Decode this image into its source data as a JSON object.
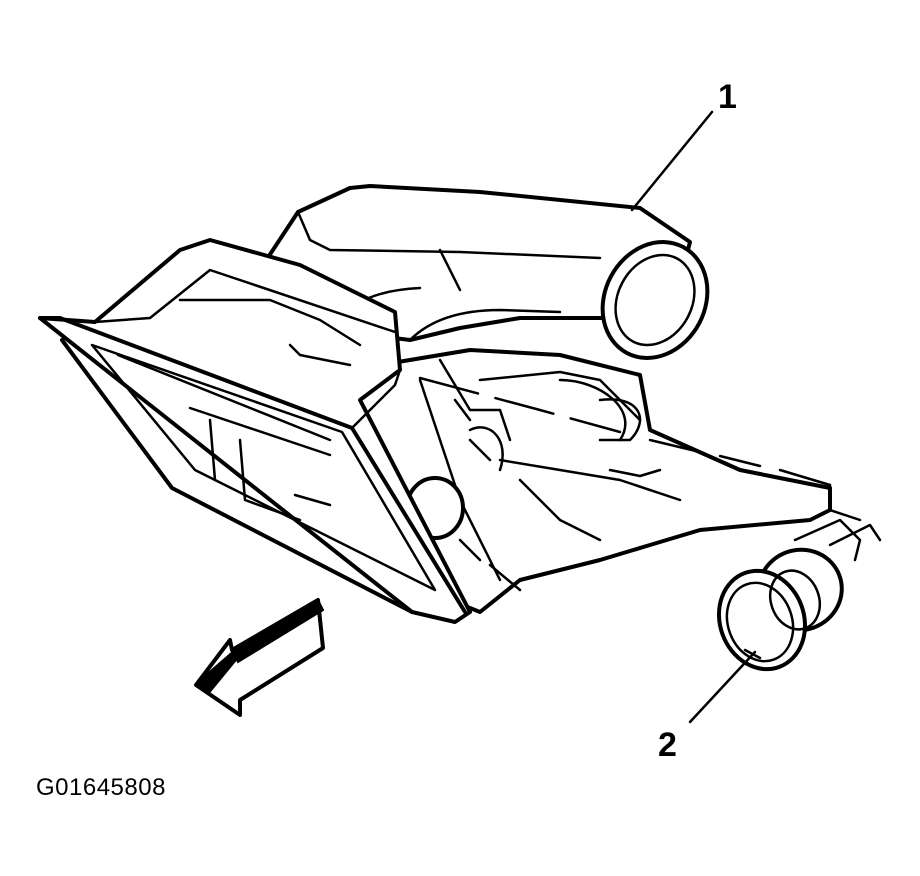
{
  "callouts": [
    {
      "label": "1"
    },
    {
      "label": "2"
    }
  ],
  "figure_id": "G01645808",
  "icons": {
    "direction": "direction-arrow-icon"
  }
}
